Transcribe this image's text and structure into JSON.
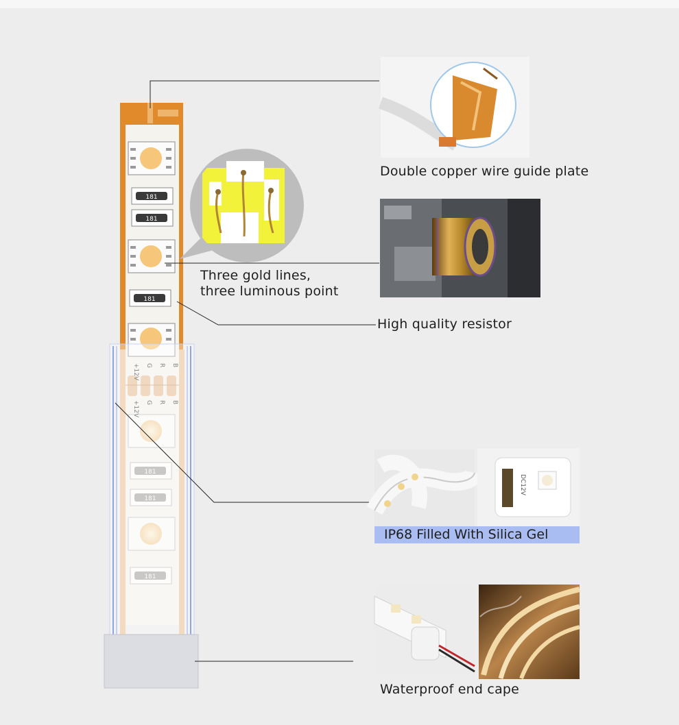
{
  "callouts": {
    "copper": "Double copper wire guide plate",
    "gold_line1": "Three gold lines,",
    "gold_line2": "three luminous point",
    "resistor": "High quality resistor",
    "silica": "IP68 Filled With Silica Gel",
    "endcap": "Waterproof end cape"
  },
  "strip": {
    "resistor_code": "181",
    "pads": [
      "+12V",
      "G",
      "R",
      "B"
    ],
    "endcap_label": "DC12V"
  },
  "colors": {
    "background": "#ededed",
    "copper": "#e08a2c",
    "led": "#f6c67a",
    "silica_band": "#a9bdf2",
    "tube_edge": "#8fa5e6"
  }
}
